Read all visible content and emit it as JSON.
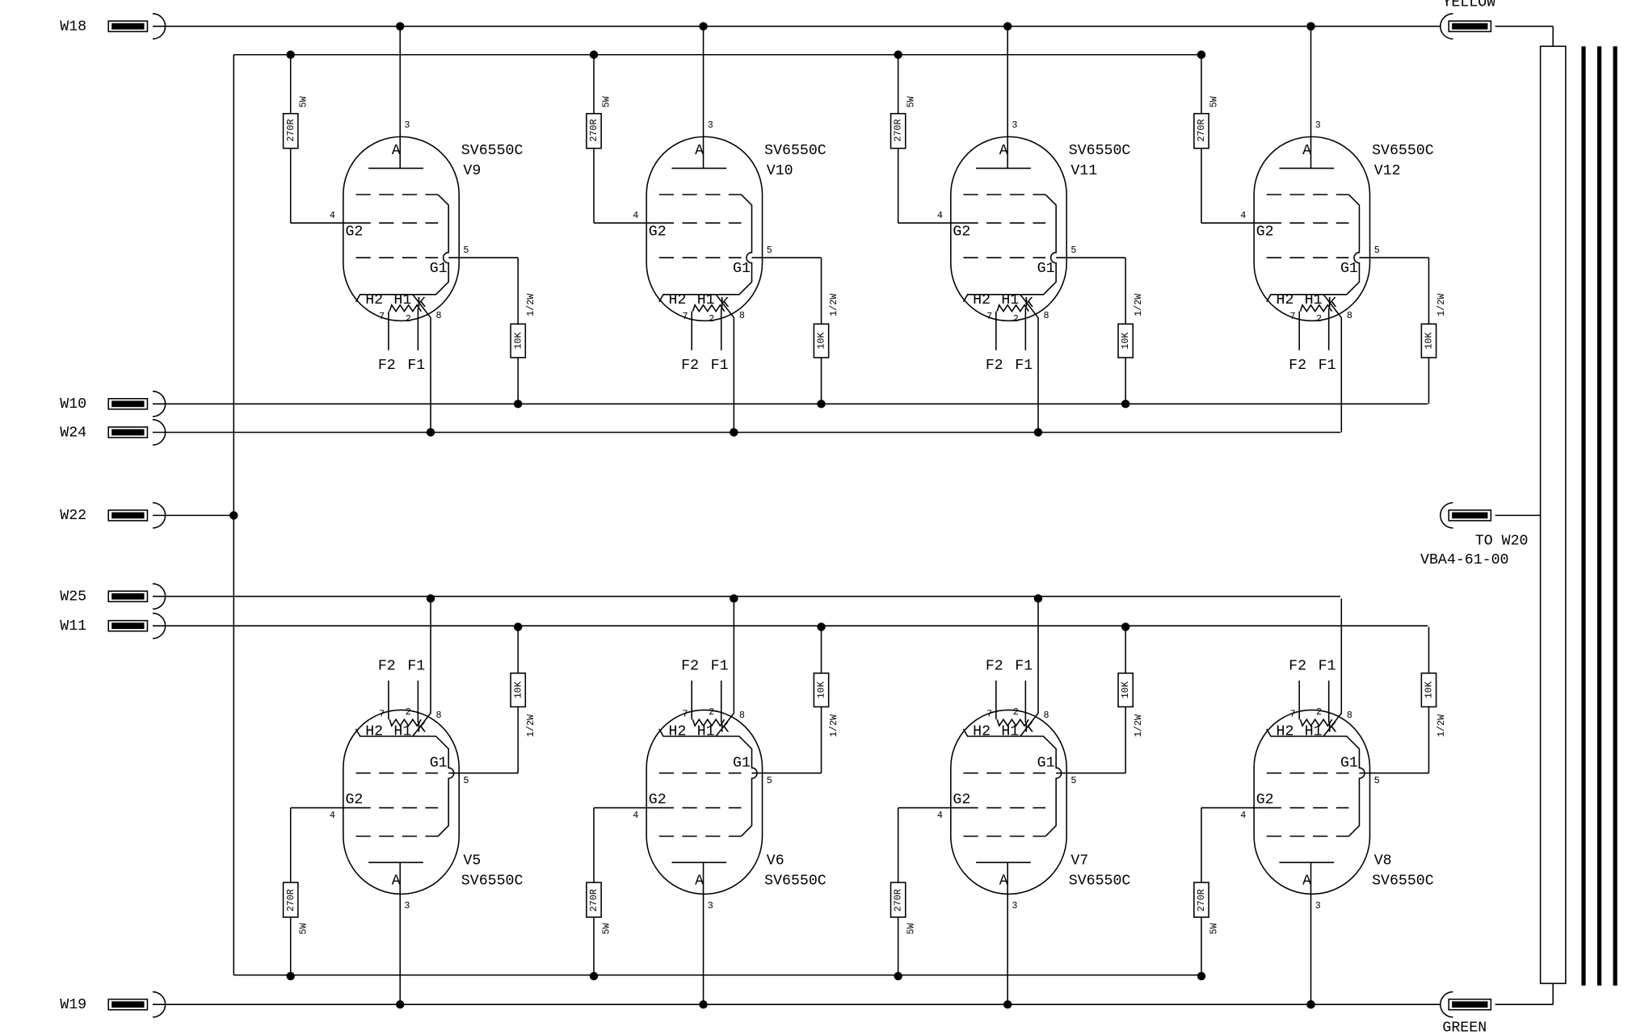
{
  "connectors": {
    "left": [
      {
        "id": "w18",
        "label": "W18"
      },
      {
        "id": "w10",
        "label": "W10"
      },
      {
        "id": "w24",
        "label": "W24"
      },
      {
        "id": "w22",
        "label": "W22"
      },
      {
        "id": "w25",
        "label": "W25"
      },
      {
        "id": "w11",
        "label": "W11"
      },
      {
        "id": "w19",
        "label": "W19"
      }
    ],
    "right_top_label": "YELLOW",
    "right_bottom_label": "GREEN",
    "right_mid_label_1": "TO W20",
    "right_mid_label_2": "VBA4-61-00"
  },
  "tubes": {
    "top": [
      {
        "ref": "V9",
        "type": "SV6550C"
      },
      {
        "ref": "V10",
        "type": "SV6550C"
      },
      {
        "ref": "V11",
        "type": "SV6550C"
      },
      {
        "ref": "V12",
        "type": "SV6550C"
      }
    ],
    "bottom": [
      {
        "ref": "V5",
        "type": "SV6550C"
      },
      {
        "ref": "V6",
        "type": "SV6550C"
      },
      {
        "ref": "V7",
        "type": "SV6550C"
      },
      {
        "ref": "V8",
        "type": "SV6550C"
      }
    ]
  },
  "pins": {
    "anode": "A",
    "anode_pin": "3",
    "g2": "G2",
    "g2_pin": "4",
    "g1": "G1",
    "g1_pin": "5",
    "cathode": "K",
    "cathode_pin": "8",
    "h1": "H1",
    "h2": "H2",
    "h1_pin": "2",
    "h2_pin": "7",
    "f1": "F1",
    "f2": "F2"
  },
  "resistors": {
    "screen_value": "270R",
    "screen_power": "5W",
    "grid_value": "10K",
    "grid_power": "1/2W"
  }
}
